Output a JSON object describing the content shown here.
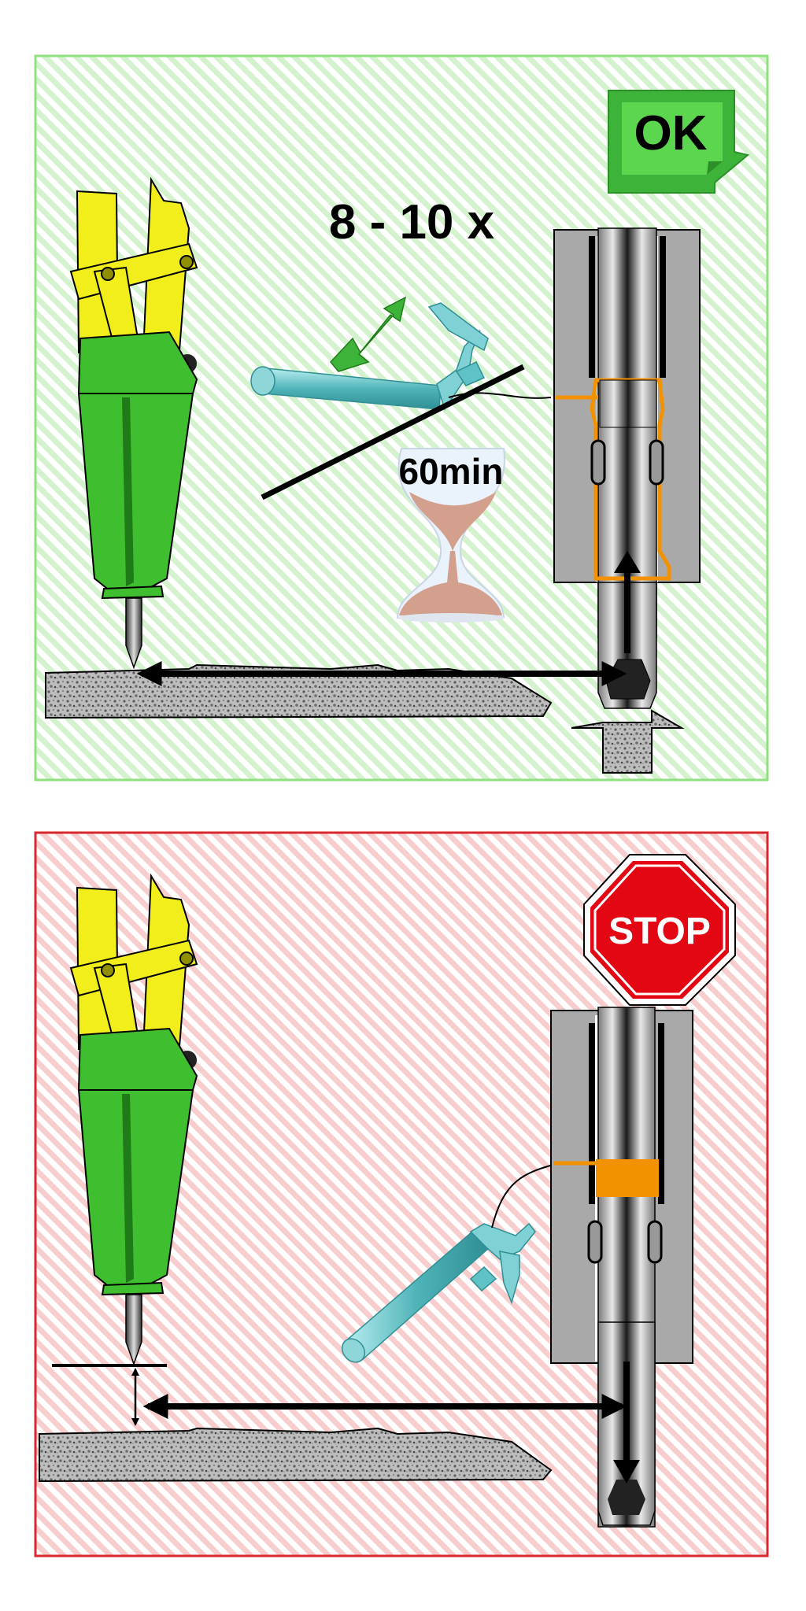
{
  "ok_panel": {
    "badge_text": "OK",
    "repetitions_text": "8 - 10 x",
    "wait_time_text": "60min",
    "border_color": "#8fe07f",
    "stripe_color": "#d3f2cd",
    "badge_color": "#3db33a"
  },
  "stop_panel": {
    "badge_text": "STOP",
    "border_color": "#d9272e",
    "stripe_color": "#f7cdcd",
    "badge_color": "#e30613"
  },
  "icons": [
    "hydraulic-breaker-icon",
    "grease-gun-icon",
    "hourglass-icon",
    "double-arrow-icon",
    "chisel-bushing-section-icon",
    "rock-surface-icon",
    "stop-sign-icon",
    "ok-sticker-icon"
  ],
  "colors": {
    "breaker_body": "#3fbf2f",
    "breaker_arms": "#f2ee1c",
    "grease": "#f39200",
    "housing": "#a9a9a9",
    "grease_gun": "#5fc2c7"
  }
}
